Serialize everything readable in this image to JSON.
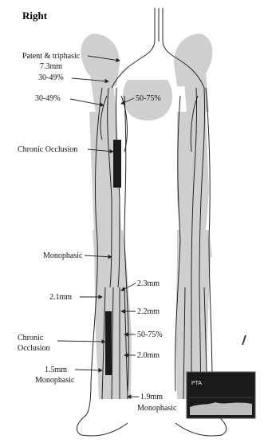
{
  "title": "Right",
  "labels": {
    "patent": "Patent & triphasic",
    "mm73": "7.3mm",
    "p3049a": "30-49%",
    "p3049b": "30-49%",
    "p5075a": "50-75%",
    "chronic_occlusion": "Chronic Occlusion",
    "monophasic": "Monophasic",
    "mm23": "2.3mm",
    "mm21": "2.1mm",
    "mm22": "2.2mm",
    "p5075b": "50-75%",
    "chronic2": "Chronic",
    "occlusion2": "Occlusion",
    "mm20": "2.0mm",
    "mm15": "1.5mm",
    "monophasic2": "Monophasic",
    "mm19": "1.9mm",
    "monophasic3": "Monophasic"
  },
  "inset": {
    "label": "PTA"
  },
  "colors": {
    "bone": "#cfcfcf",
    "occlusion": "#1a1a1a",
    "background": "#ffffff"
  }
}
